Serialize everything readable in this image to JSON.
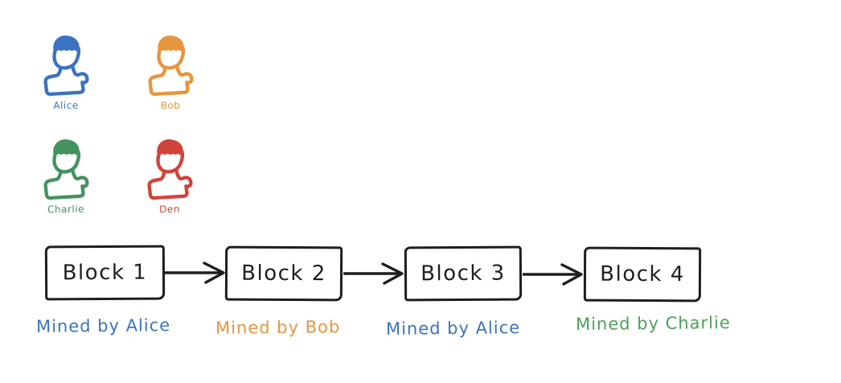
{
  "canvas": {
    "background": "#ffffff",
    "ink": "#1e1e1e"
  },
  "participants": [
    {
      "name": "Alice",
      "color": "#3b73c1"
    },
    {
      "name": "Bob",
      "color": "#e6963c"
    },
    {
      "name": "Charlie",
      "color": "#44935f"
    },
    {
      "name": "Den",
      "color": "#d0433a"
    }
  ],
  "blockchain": {
    "blocks": [
      {
        "label": "Block 1",
        "mined_by": "Mined by Alice",
        "mined_color": "#3b73c1"
      },
      {
        "label": "Block 2",
        "mined_by": "Mined by Bob",
        "mined_color": "#e6963c"
      },
      {
        "label": "Block 3",
        "mined_by": "Mined by Alice",
        "mined_color": "#3b73c1"
      },
      {
        "label": "Block 4",
        "mined_by": "Mined by Charlie",
        "mined_color": "#4ba158"
      }
    ]
  }
}
